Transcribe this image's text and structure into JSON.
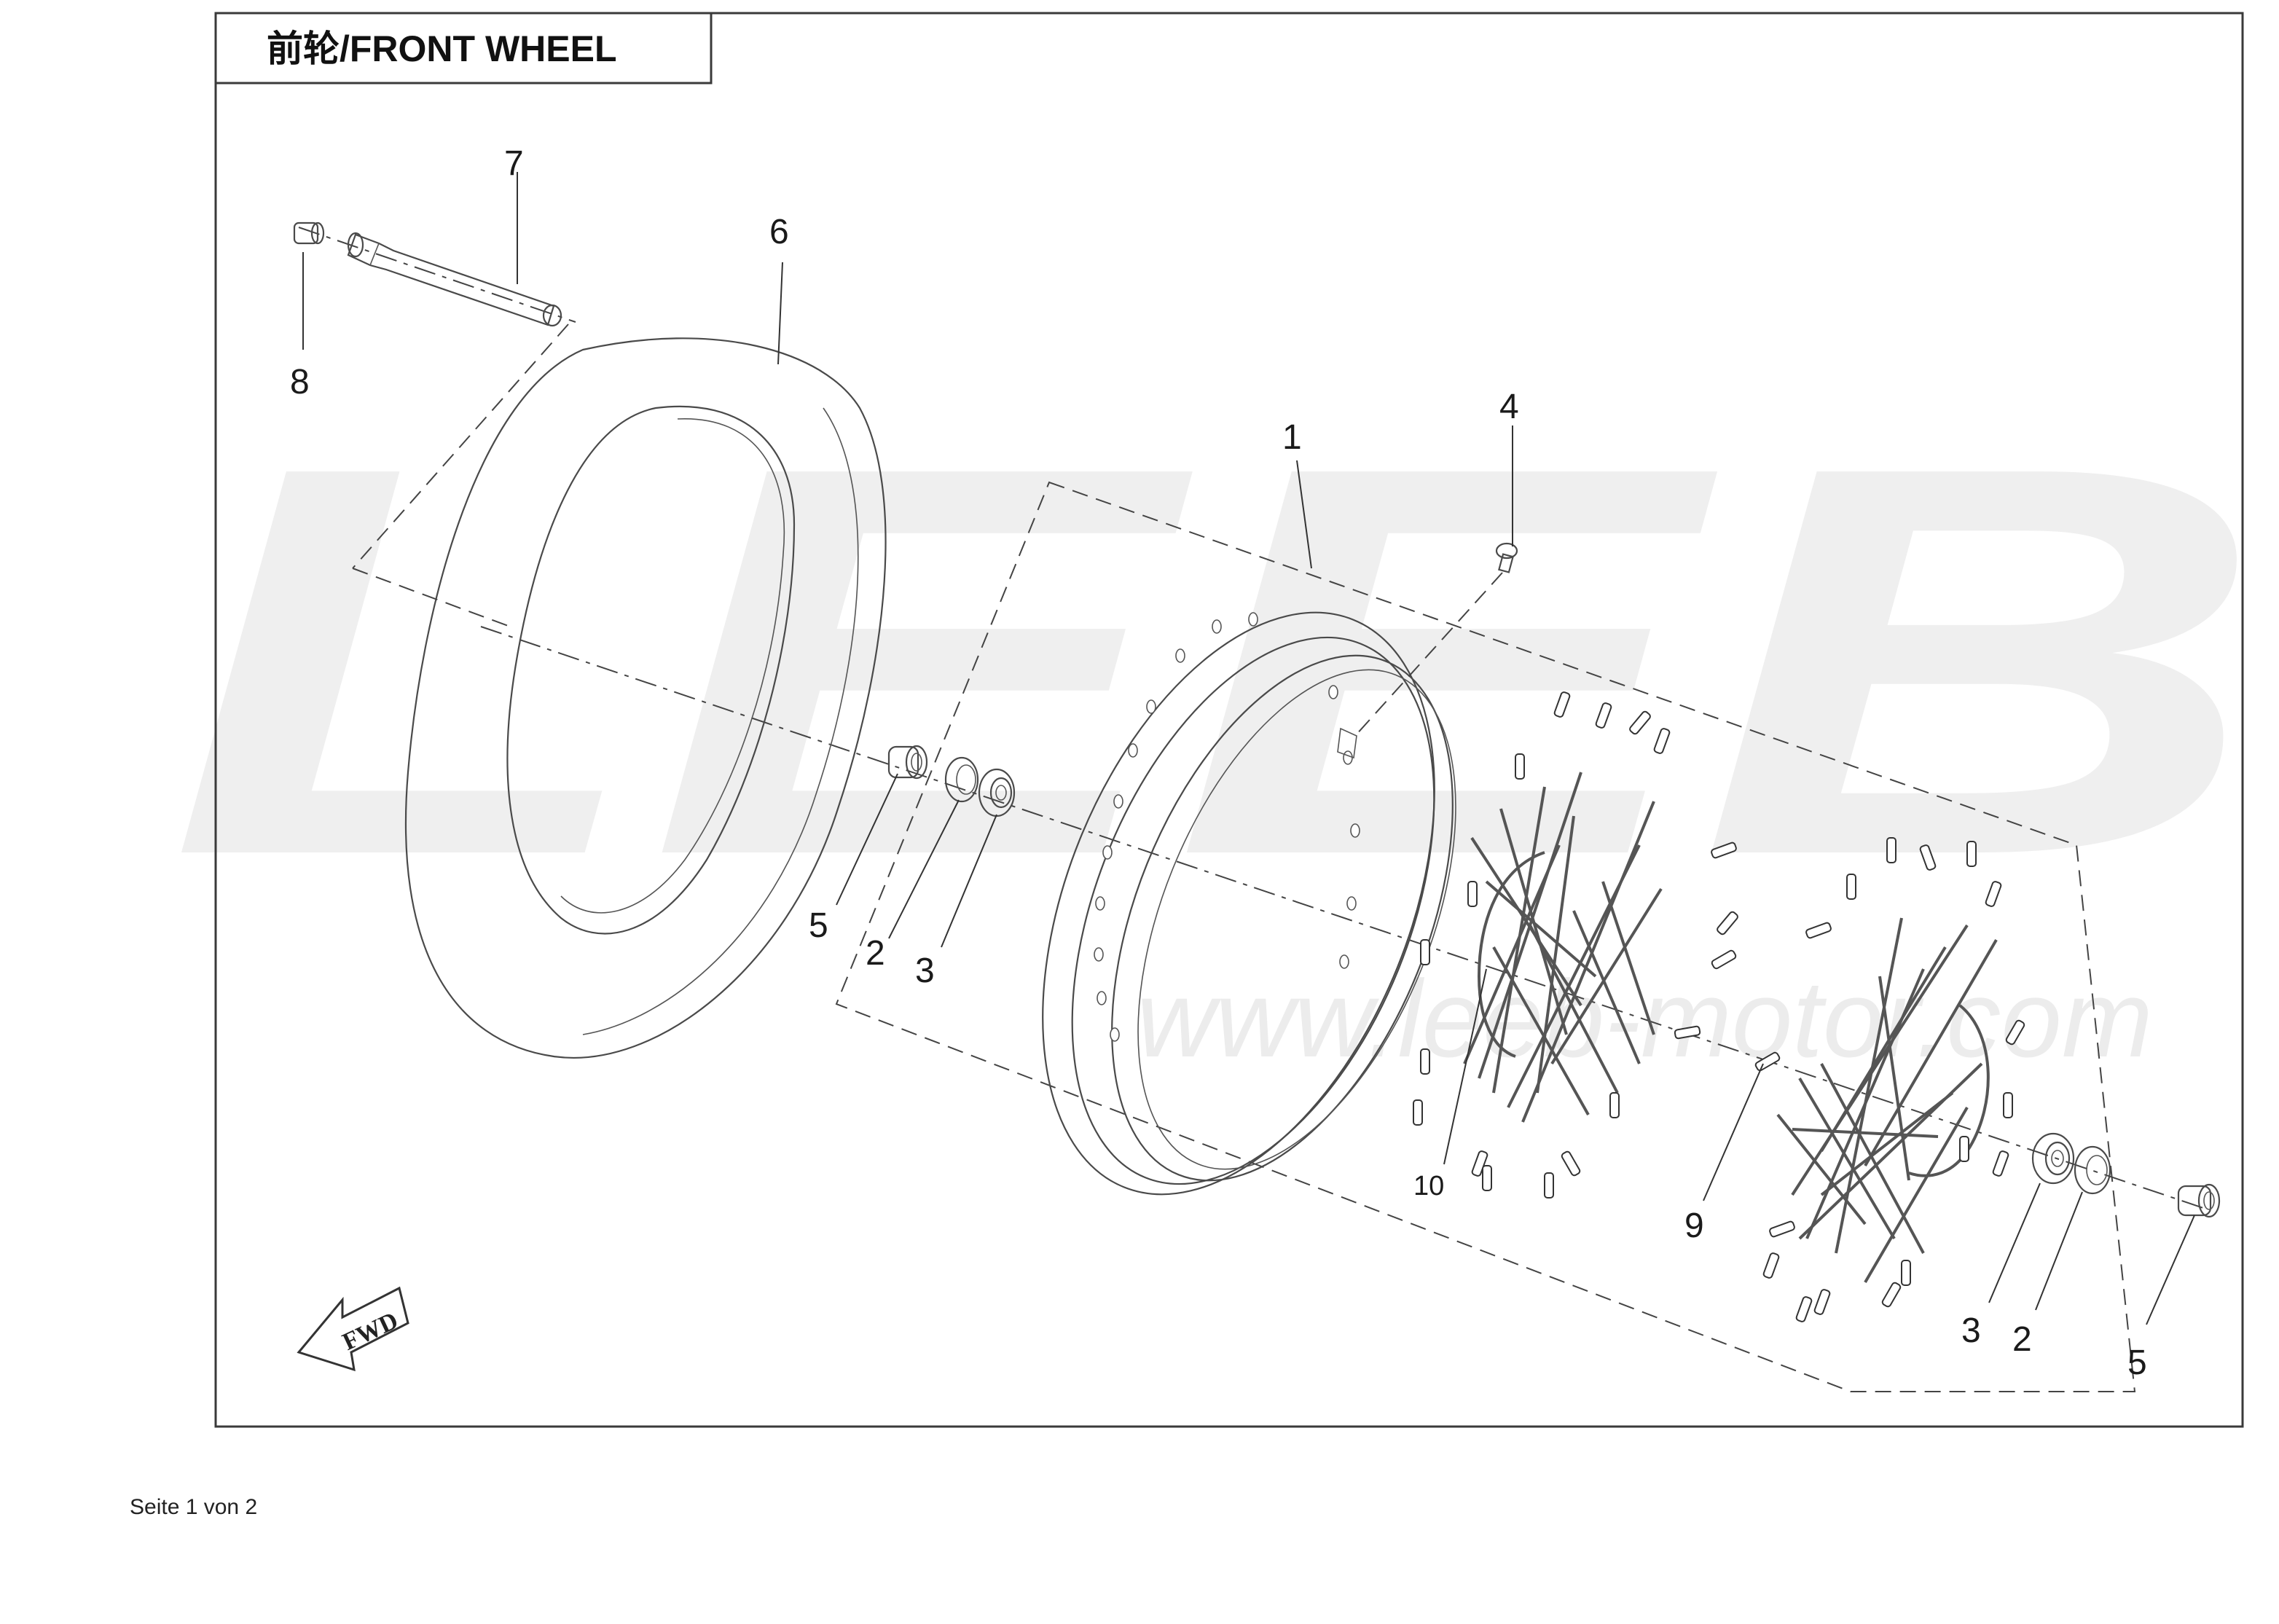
{
  "title": "前轮/FRONT WHEEL",
  "watermark": {
    "logo": "LEEB",
    "url": "www.leeb-motor.com"
  },
  "direction_arrow_label": "FWD",
  "callouts": {
    "c1": "1",
    "c2a": "2",
    "c2b": "2",
    "c3a": "3",
    "c3b": "3",
    "c4": "4",
    "c5a": "5",
    "c5b": "5",
    "c6": "6",
    "c7": "7",
    "c8": "8",
    "c9": "9",
    "c10": "10"
  },
  "footer": "Seite 1 von 2"
}
